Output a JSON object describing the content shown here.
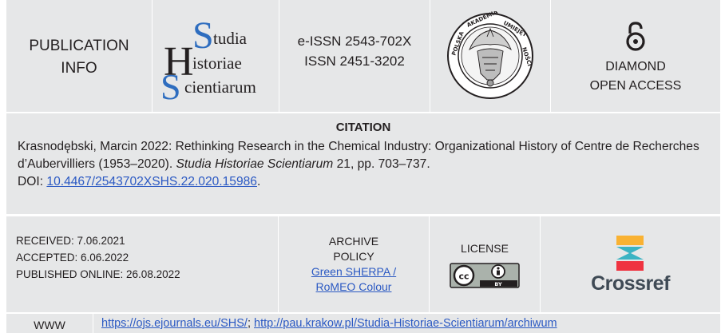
{
  "header": {
    "publication_info": [
      "PUBLICATION",
      "INFO"
    ],
    "journal_logo": {
      "words": [
        {
          "initial": "S",
          "rest": "tudia"
        },
        {
          "initial": "H",
          "rest": "istoriae"
        },
        {
          "initial": "S",
          "rest": "cientiarum"
        }
      ],
      "color": "#2e6dbf"
    },
    "issn": [
      "e-ISSN 2543-702X",
      "ISSN 2451-3202"
    ],
    "open_access": {
      "lines": [
        "DIAMOND",
        "OPEN ACCESS"
      ]
    }
  },
  "citation": {
    "heading": "CITATION",
    "text": "Krasnodębski, Marcin 2022: Rethinking Research in the Chemical Industry: Organizational History of Centre de Recherches d’Aubervilliers (1953–2020). ",
    "journal": "Studia Historiae Scientiarum",
    "pages": " 21, pp. 703–737.",
    "doi_label": "DOI: ",
    "doi": "10.4467/2543702XSHS.22.020.15986",
    "doi_end": "."
  },
  "dates": {
    "received": "RECEIVED: 7.06.2021",
    "accepted": "ACCEPTED: 6.06.2022",
    "published": "PUBLISHED ONLINE: 26.08.2022"
  },
  "archive": {
    "label": [
      "ARCHIVE",
      "POLICY"
    ],
    "link": [
      "Green SHERPA /",
      "RoMEO Colour"
    ]
  },
  "license": {
    "label": "LICENSE",
    "badge": "BY"
  },
  "crossref": {
    "label": "Crossref",
    "colors": [
      "#f9b233",
      "#3bb3c3",
      "#ef3340"
    ]
  },
  "www": {
    "label": "WWW",
    "link1": "https://ojs.ejournals.eu/SHS/",
    "separator": "; ",
    "link2": "http://pau.krakow.pl/Studia-Historiae-Scientiarum/archiwum"
  },
  "colors": {
    "background": "#e6e7e8",
    "link": "#2b59c3",
    "text": "#231f20"
  }
}
